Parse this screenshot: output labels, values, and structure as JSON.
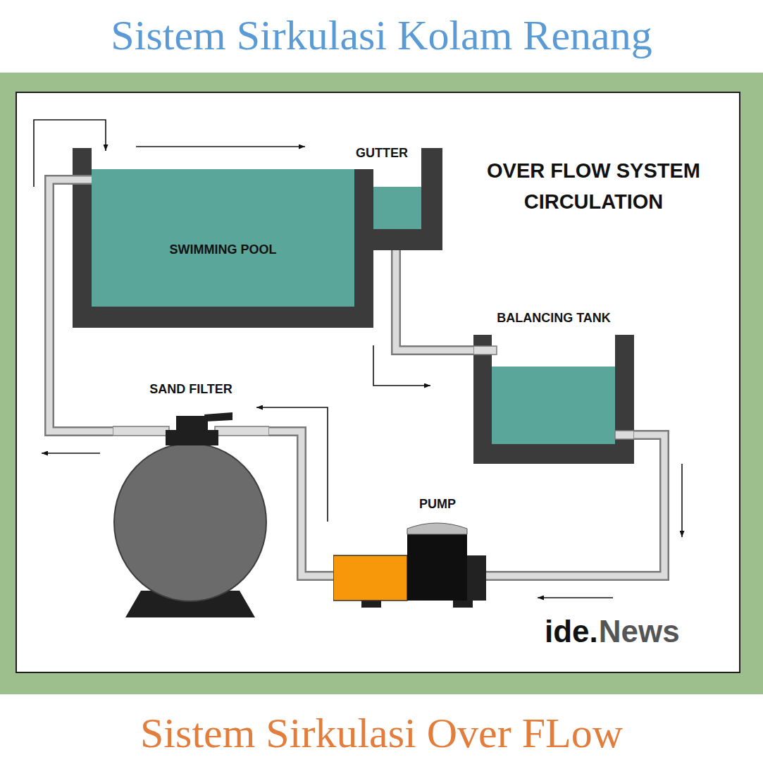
{
  "diagram": {
    "title": "Sistem Sirkulasi Kolam Renang",
    "caption": "Sistem Sirkulasi Over FLow",
    "nodes": [
      {
        "text": [
          "SWIMMING POOL"
        ]
      },
      {
        "text": [
          "GUTTER"
        ]
      },
      {
        "text": [
          "BALANCING TANK"
        ]
      },
      {
        "text": [
          "SAND FILTER"
        ]
      },
      {
        "text": [
          "PUMP"
        ]
      }
    ],
    "edges": [
      {
        "from": 1,
        "to": 2,
        "arrow": "none"
      },
      {
        "from": 2,
        "to": 4,
        "arrow": "none"
      },
      {
        "from": 4,
        "to": 3,
        "arrow": "none"
      },
      {
        "from": 3,
        "to": 0,
        "arrow": "none"
      }
    ],
    "labels": [
      "OVER FLOW SYSTEM CIRCULATION",
      "ide.",
      "News"
    ]
  }
}
